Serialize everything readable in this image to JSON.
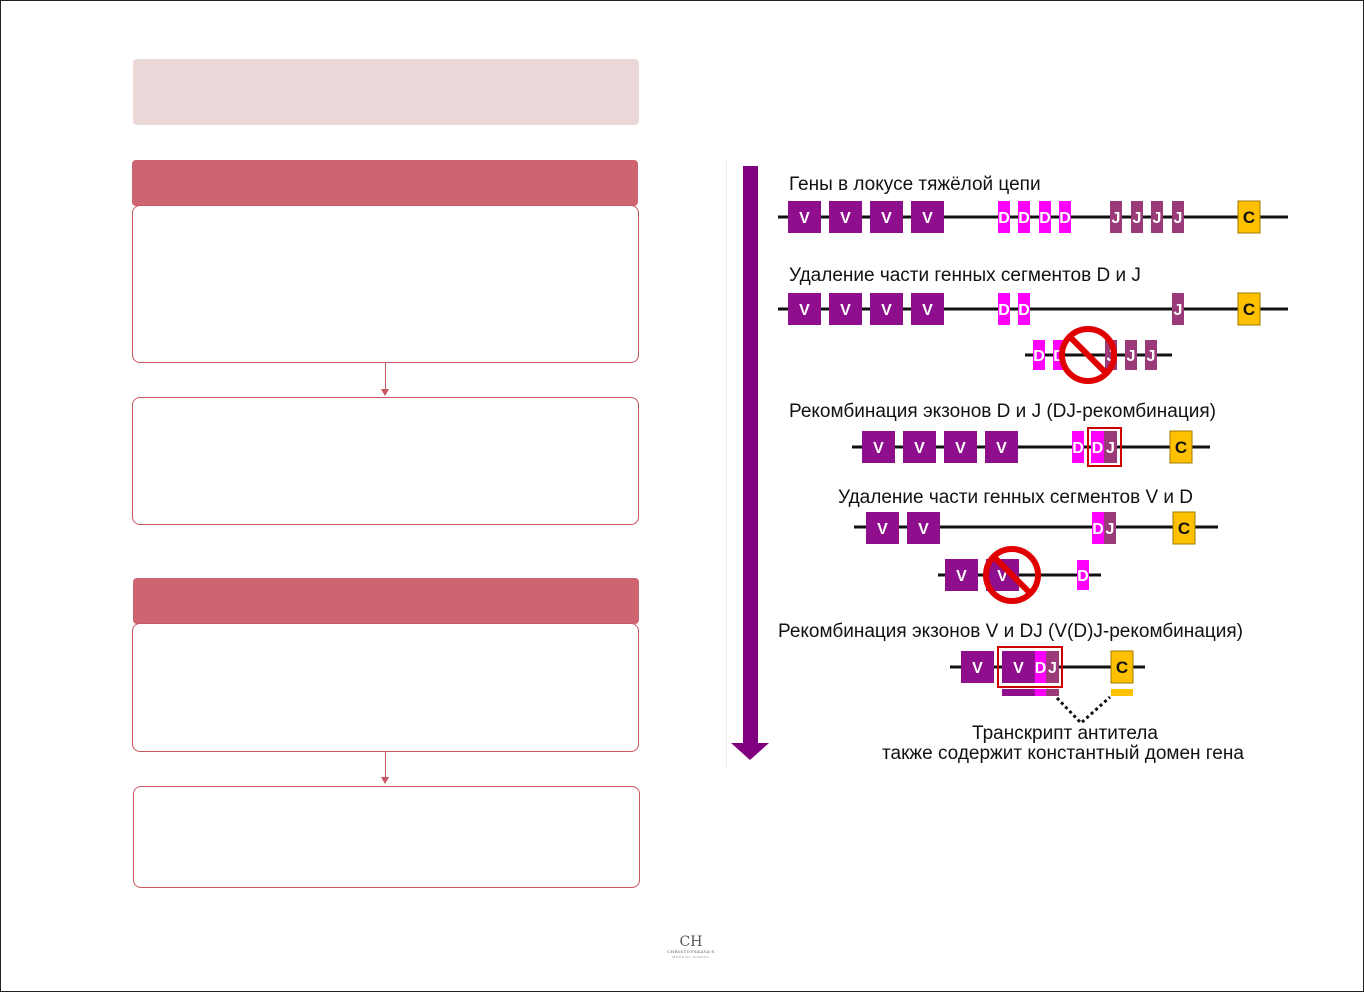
{
  "diagram": {
    "steps": [
      "Гены в локусе тяжёлой цепи",
      "Удаление части генных сегментов D и J",
      "Рекомбинация экзонов D и J (DJ-рекомбинация)",
      "Удаление части генных сегментов V и D",
      "Рекомбинация экзонов V и DJ (V(D)J-рекомбинация)"
    ],
    "note_line1": "Транскрипт антитела",
    "note_line2": "также содержит константный домен гена",
    "segment_labels": {
      "v": "V",
      "d": "D",
      "j": "J",
      "c": "C"
    },
    "colors": {
      "arrow": "#800080",
      "v": "#8e0e8e",
      "d": "#ff00ff",
      "j": "#9a3a78",
      "c": "#ffc000",
      "block": "#cc0000",
      "header": "#cc6570"
    }
  },
  "logo": {
    "monogram": "CH",
    "name": "CHRISTOVSKAYA'S",
    "sub": "MEDICAL SCHOOL"
  }
}
